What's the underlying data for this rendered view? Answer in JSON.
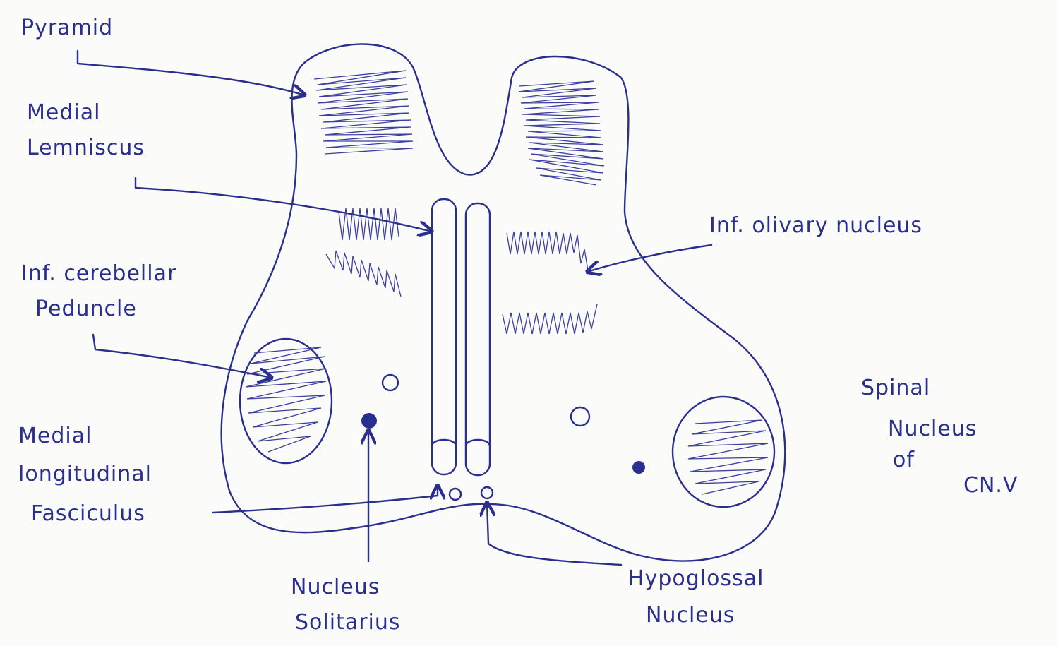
{
  "labels": {
    "pyramid": "Pyramid",
    "medial_lemniscus_1": "Medial",
    "medial_lemniscus_2": "Lemniscus",
    "inf_cerebellar_1": "Inf. cerebellar",
    "inf_cerebellar_2": "Peduncle",
    "mlf_1": "Medial",
    "mlf_2": "longitudinal",
    "mlf_3": "Fasciculus",
    "inf_olivary": "Inf. olivary nucleus",
    "spinal_1": "Spinal",
    "spinal_2": "Nucleus",
    "spinal_3": "of",
    "spinal_4": "CN.V",
    "solitarius_1": "Nucleus",
    "solitarius_2": "Solitarius",
    "hypoglossal_1": "Hypoglossal",
    "hypoglossal_2": "Nucleus"
  },
  "colors": {
    "ink": "#2a2f8f",
    "paper": "#fbfbf9"
  }
}
